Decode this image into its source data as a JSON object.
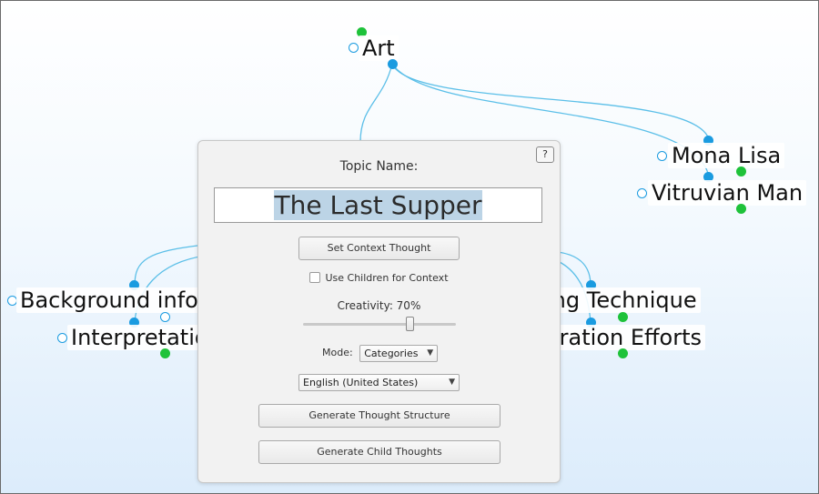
{
  "mindmap": {
    "root": "Art",
    "nodes": [
      {
        "id": "art",
        "label": "Art"
      },
      {
        "id": "mona",
        "label": "Mona Lisa"
      },
      {
        "id": "vitruvian",
        "label": "Vitruvian Man"
      },
      {
        "id": "background",
        "label": "Background info"
      },
      {
        "id": "interpretation",
        "label": "Interpretatio"
      },
      {
        "id": "technique",
        "label": "ing Technique"
      },
      {
        "id": "restoration",
        "label": "oration Efforts"
      }
    ]
  },
  "dialog": {
    "help_label": "?",
    "topic_label": "Topic Name:",
    "topic_value": "The Last Supper",
    "context_button": "Set Context Thought",
    "children_checkbox_label": "Use Children for Context",
    "children_checked": false,
    "creativity_label": "Creativity: 70%",
    "creativity_value": 0.7,
    "mode_label": "Mode:",
    "mode_value": "Categories",
    "language_value": "English (United States)",
    "generate_structure_button": "Generate Thought Structure",
    "generate_children_button": "Generate Child Thoughts"
  },
  "colors": {
    "link": "#5bbfe8",
    "port": "#1a9be0",
    "green_port": "#1ec23a",
    "selection": "#bcd4e6"
  }
}
